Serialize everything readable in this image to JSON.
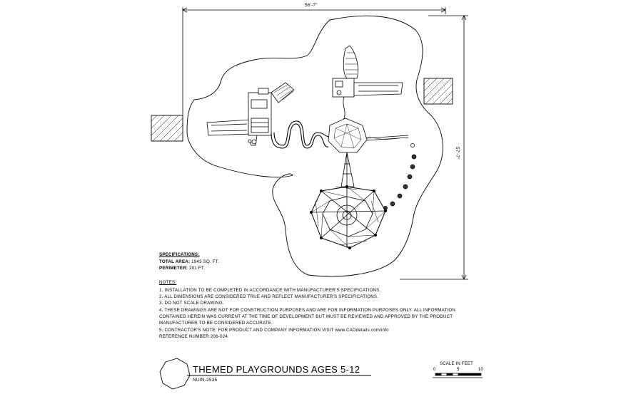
{
  "dimensions": {
    "width_label": "56'-7\"",
    "height_label": "57'-7\""
  },
  "specifications": {
    "heading": "SPECIFICATIONS:",
    "area_label": "TOTAL AREA:",
    "area_value": "1943 SQ. FT.",
    "perimeter_label": "PERIMETER:",
    "perimeter_value": "201 FT."
  },
  "notes": {
    "heading": "NOTES:",
    "lines": [
      "1.  INSTALLATION TO BE COMPLETED IN ACCORDANCE WITH MANUFACTURER'S SPECIFICATIONS.",
      "2.  ALL DIMENSIONS ARE CONSIDERED TRUE AND REFLECT MANUFACTURER'S SPECIFICATIONS.",
      "3.  DO NOT SCALE DRAWING.",
      "4.  THESE DRAWINGS ARE NOT FOR CONSTRUCTION PURPOSES AND ARE FOR INFORMATION PURPOSES ONLY. ALL INFORMATION",
      "     CONTAINED HEREIN WAS CURRENT AT THE TIME OF DEVELOPMENT BUT MUST BE REVIEWED AND APPROVED BY THE PRODUCT",
      "     MANUFACTURER TO BE CONSIDERED ACCURATE.",
      "5.  CONTRACTOR'S NOTE: FOR PRODUCT AND COMPANY INFORMATION VISIT www.CADdetails.com/info",
      "     REFERENCE NUMBER 206-024."
    ]
  },
  "title_block": {
    "title": "THEMED PLAYGROUNDS AGES 5-12",
    "code": "NUIN-2535"
  },
  "scale": {
    "label": "SCALE IN FEET",
    "ticks": [
      "0",
      "5",
      "10"
    ]
  }
}
